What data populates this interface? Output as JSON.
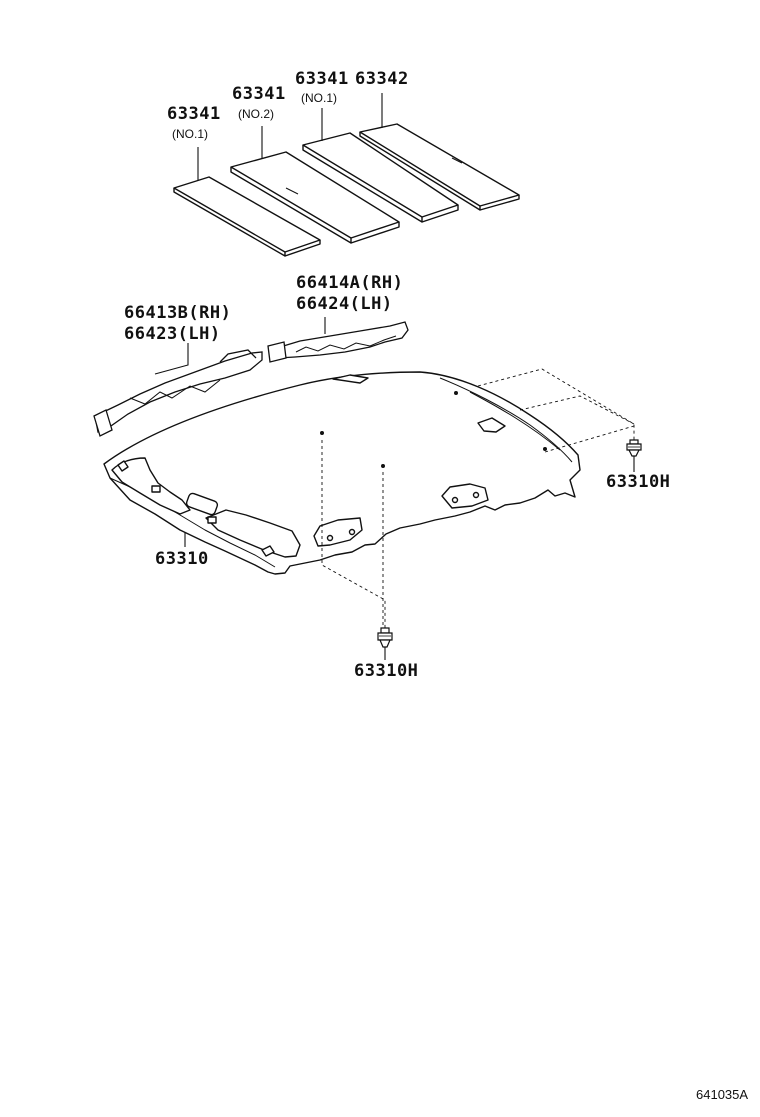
{
  "labels": {
    "p63341_no1": "63341",
    "p63341_no1_sub": "(NO.1)",
    "p63341_no2": "63341",
    "p63341_no2_sub": "(NO.2)",
    "p63341_top": "63341",
    "p63341_top_sub": "(NO.1)",
    "p63342": "63342",
    "p66414a": "66414A(RH)",
    "p66424": "66424(LH)",
    "p66413b": "66413B(RH)",
    "p66423": "66423(LH)",
    "p63310": "63310",
    "p63310h_right": "63310H",
    "p63310h_bottom": "63310H"
  },
  "diagram_ref": "641035A"
}
